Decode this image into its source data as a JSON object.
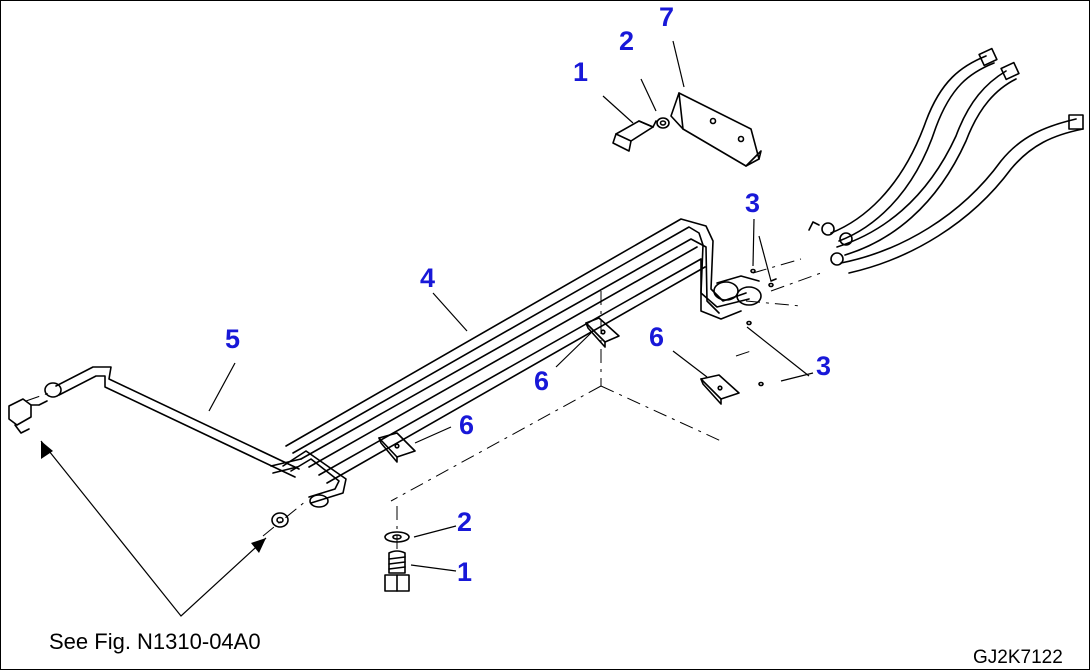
{
  "callouts": {
    "p1_top": "1",
    "p2_top": "2",
    "p7": "7",
    "p3_top": "3",
    "p4": "4",
    "p5": "5",
    "p6_center": "6",
    "p6_right": "6",
    "p6_left": "6",
    "p3_bottom": "3",
    "p2_bottom": "2",
    "p1_bottom": "1"
  },
  "reference_note": "See Fig. N1310-04A0",
  "drawing_code": "GJ2K7122",
  "colors": {
    "callout": "#1818d8",
    "line": "#000000",
    "background": "#ffffff"
  }
}
